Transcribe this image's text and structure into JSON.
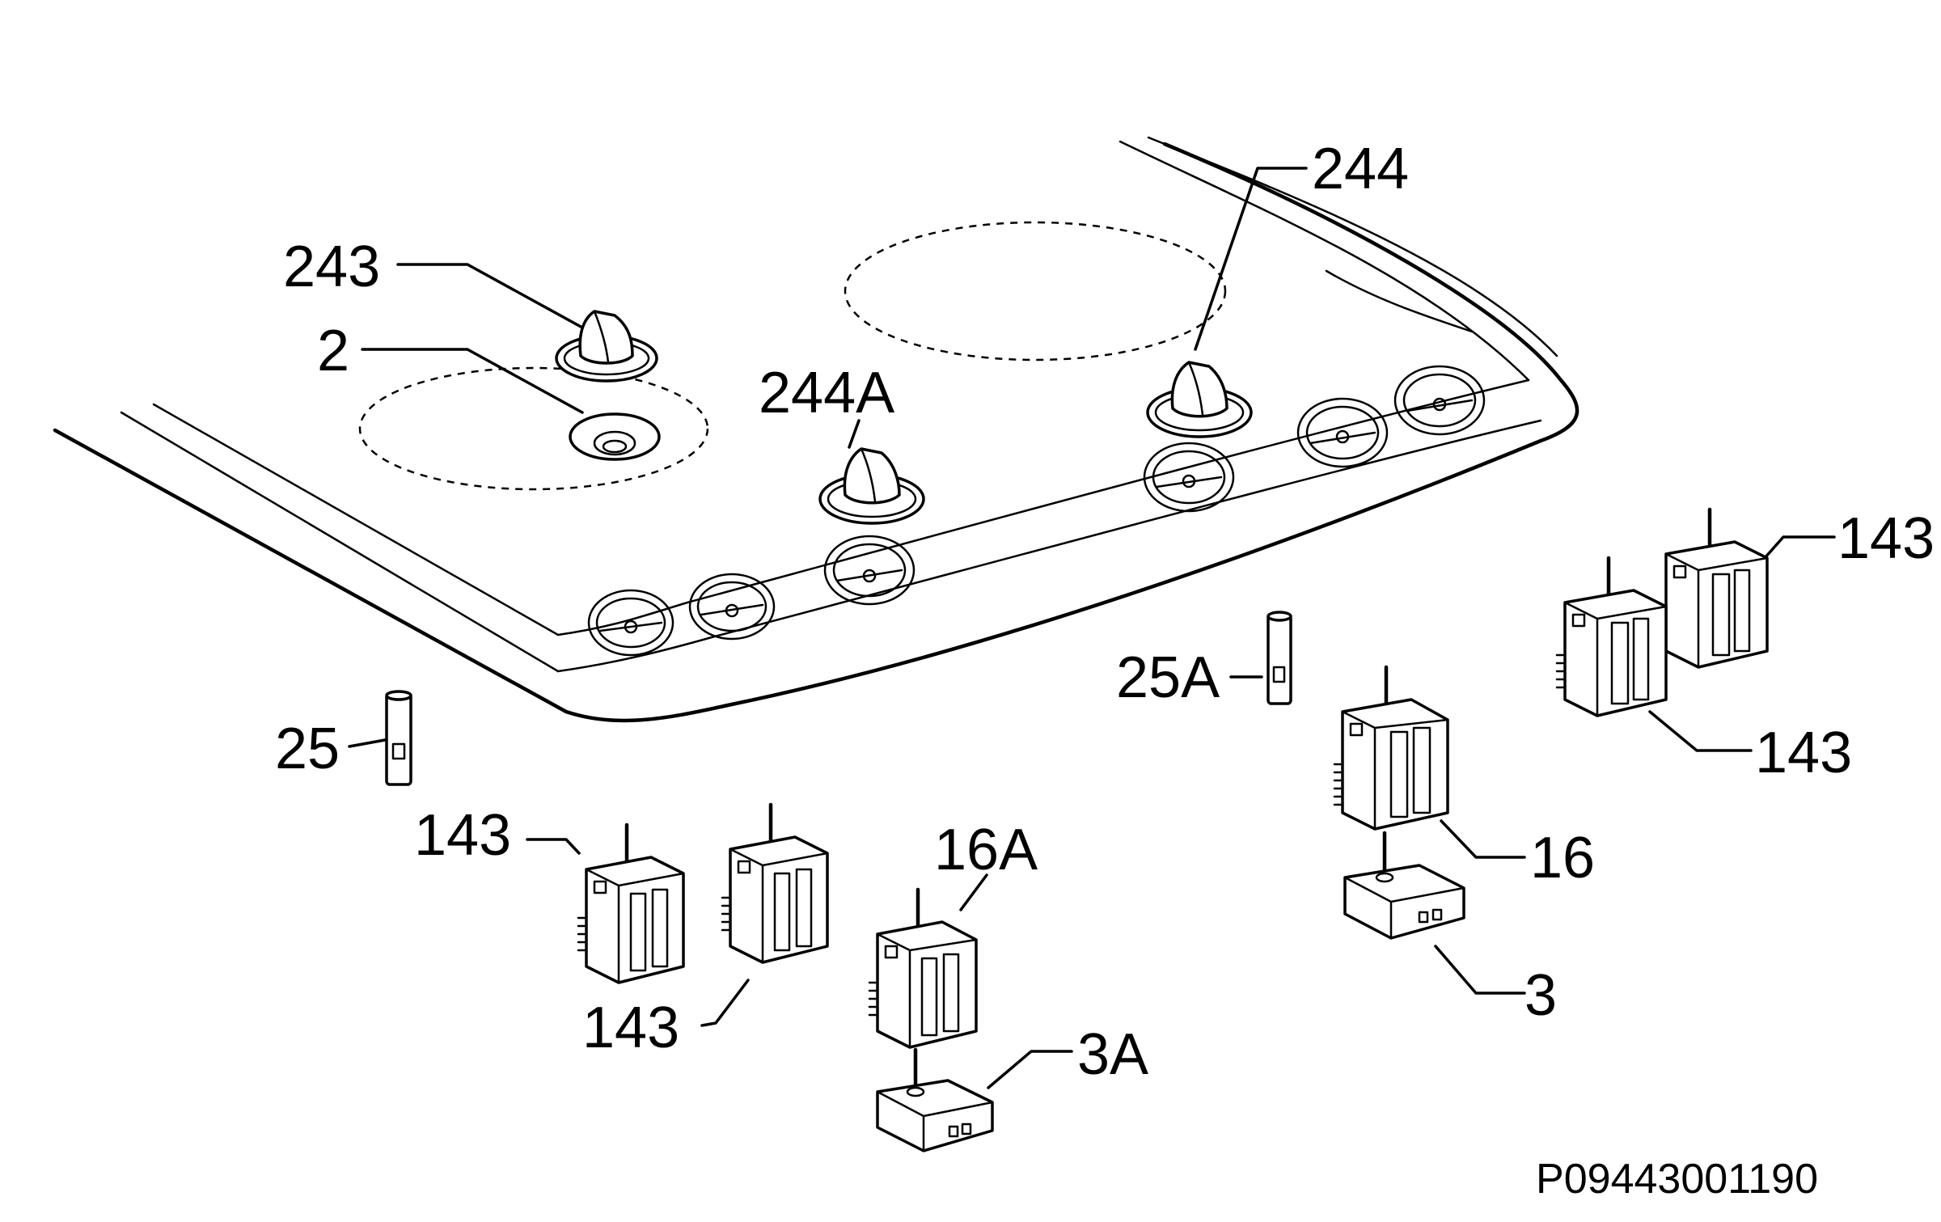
{
  "diagram": {
    "reference_code": "P09443001190",
    "callouts": {
      "c243": "243",
      "c2": "2",
      "c244A": "244A",
      "c244": "244",
      "c143_right_top": "143",
      "c143_right_bottom": "143",
      "c25A": "25A",
      "c25": "25",
      "c143_left_top": "143",
      "c143_left_bottom": "143",
      "c16A": "16A",
      "c16": "16",
      "c3": "3",
      "c3A": "3A"
    }
  }
}
